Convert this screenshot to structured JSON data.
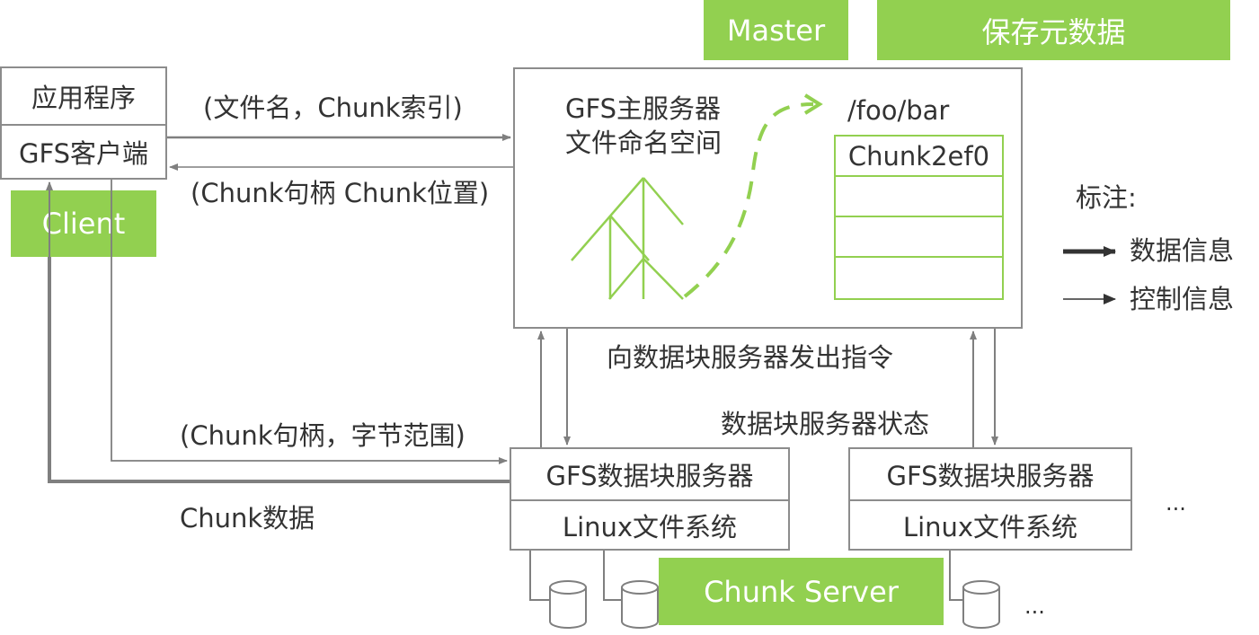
{
  "banners": {
    "master": "Master",
    "metadata": "保存元数据",
    "client": "Client",
    "chunk_server": "Chunk Server"
  },
  "client": {
    "app": "应用程序",
    "gfs_client": "GFS客户端"
  },
  "master": {
    "title_line1": "GFS主服务器",
    "title_line2": "文件命名空间",
    "path": "/foo/bar",
    "chunk_rows": [
      "Chunk2ef0",
      "",
      "",
      ""
    ]
  },
  "edges": {
    "request": "(文件名，Chunk索引)",
    "response": "(Chunk句柄 Chunk位置)",
    "instructions": "向数据块服务器发出指令",
    "server_state": "数据块服务器状态",
    "chunk_range": "(Chunk句柄，字节范围)",
    "chunk_data": "Chunk数据"
  },
  "chunkservers": [
    {
      "title": "GFS数据块服务器",
      "fs": "Linux文件系统"
    },
    {
      "title": "GFS数据块服务器",
      "fs": "Linux文件系统"
    }
  ],
  "ellipsis": [
    "...",
    "..."
  ],
  "legend": {
    "title": "标注:",
    "data": "数据信息",
    "control": "控制信息"
  },
  "colors": {
    "accent_green": "#92d050",
    "line_gray": "#8c8c8c",
    "dark_gray": "#595959"
  }
}
